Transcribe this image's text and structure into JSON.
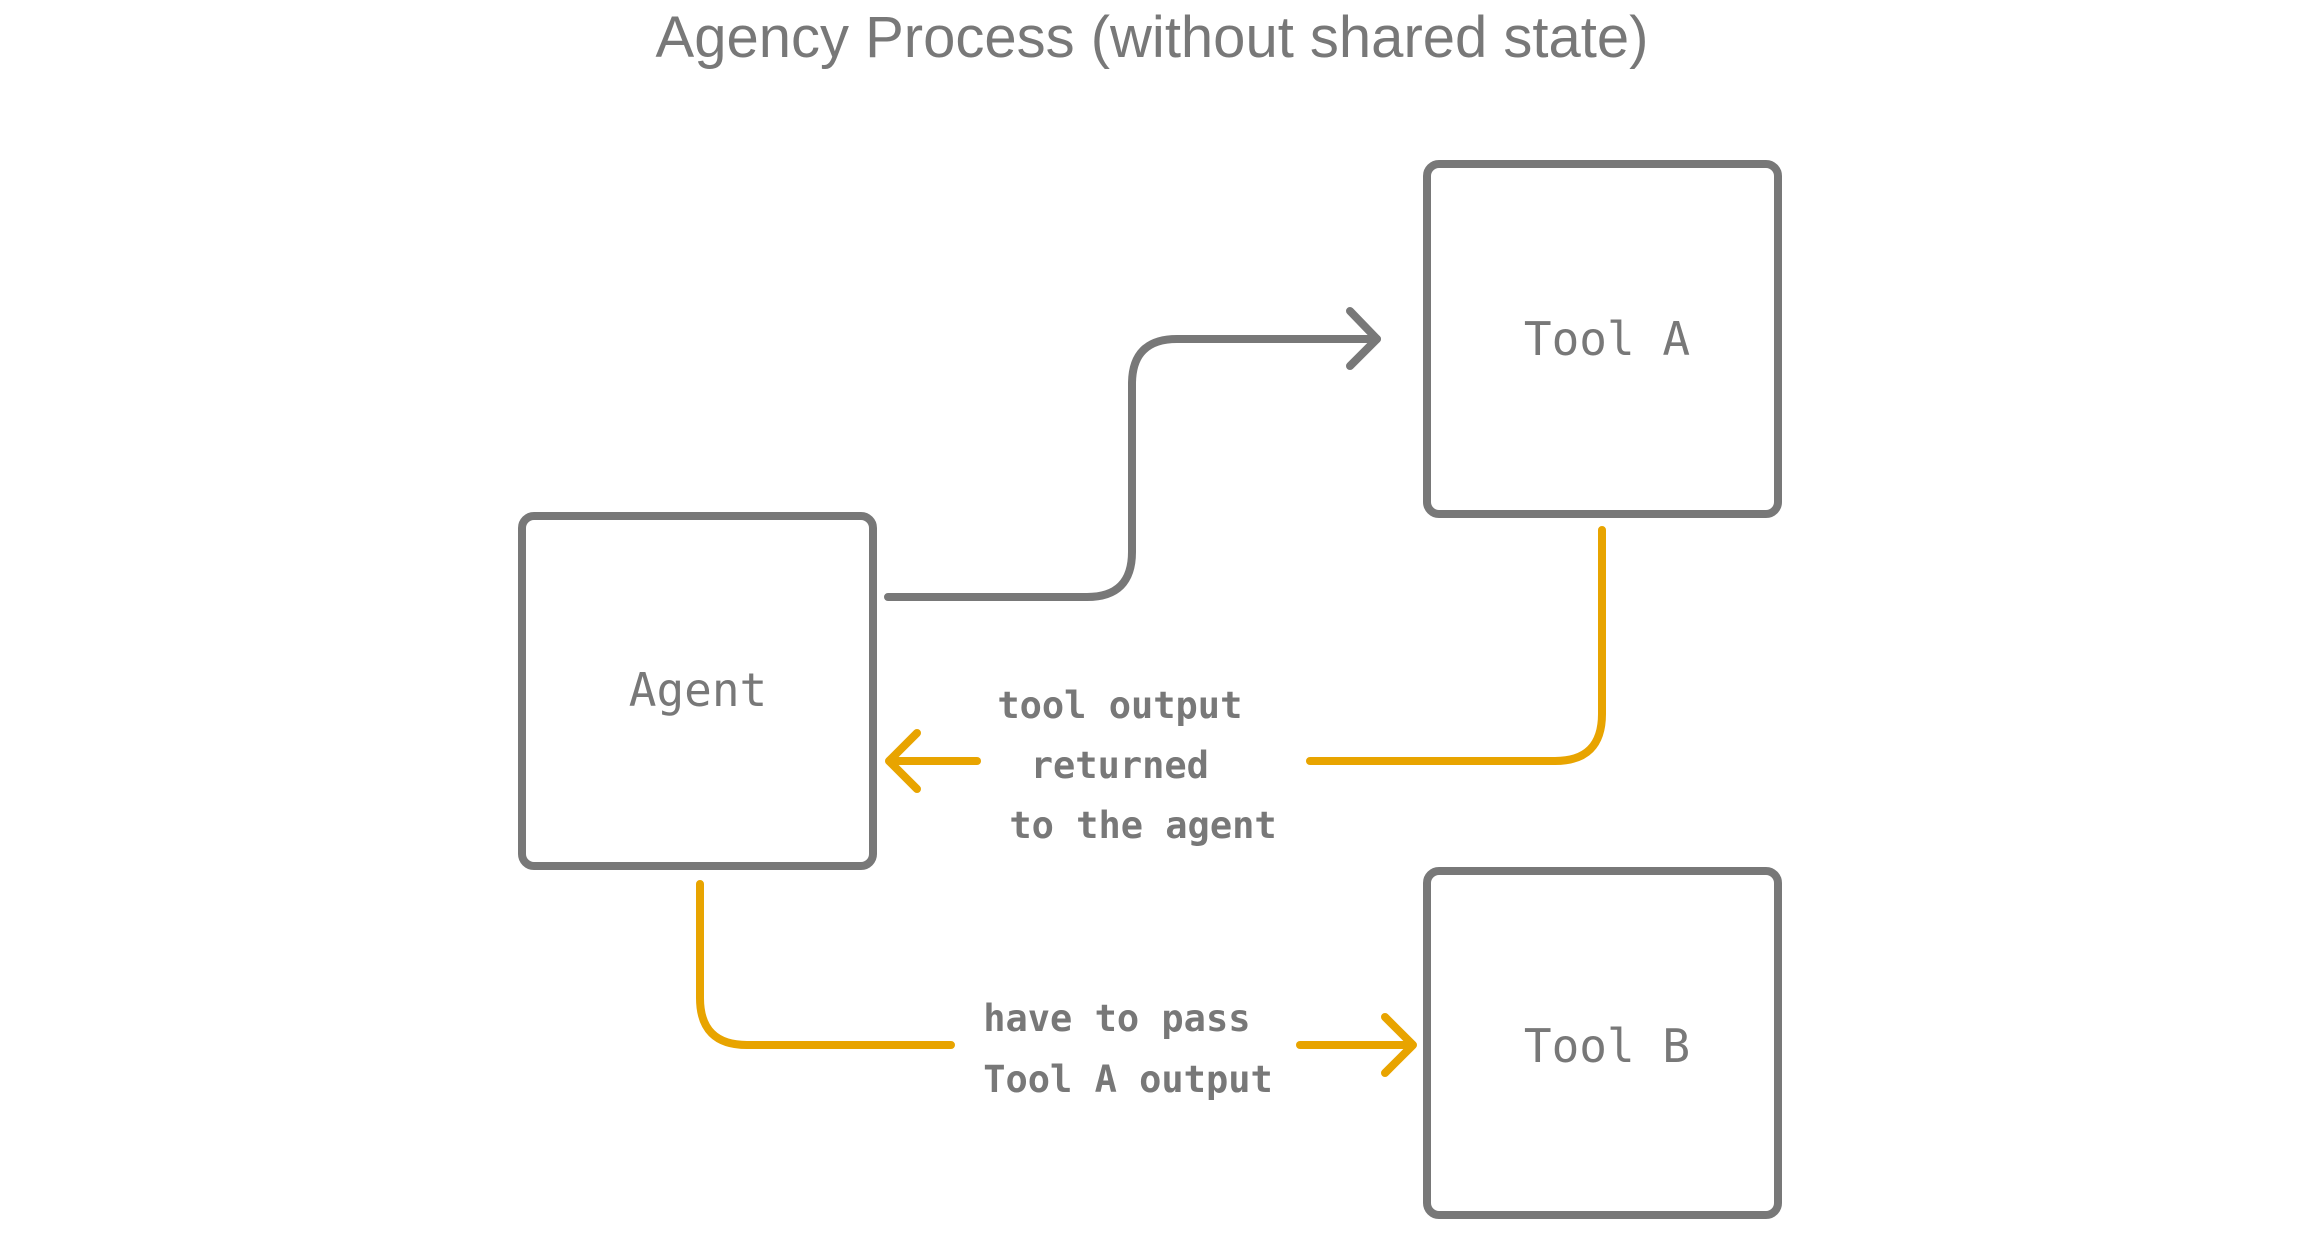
{
  "title": "Agency Process (without shared state)",
  "colors": {
    "neutral": "#787878",
    "accent": "#E8A400",
    "background": "#FFFFFF"
  },
  "nodes": [
    {
      "id": "agent",
      "label": "Agent"
    },
    {
      "id": "tool_a",
      "label": "Tool A"
    },
    {
      "id": "tool_b",
      "label": "Tool B"
    }
  ],
  "edges": [
    {
      "id": "agent_to_tool_a",
      "from": "agent",
      "to": "tool_a",
      "color": "neutral",
      "label_lines": []
    },
    {
      "id": "tool_a_to_agent",
      "from": "tool_a",
      "to": "agent",
      "color": "accent",
      "label_lines": [
        "tool output",
        "returned",
        "to the agent"
      ]
    },
    {
      "id": "agent_to_tool_b",
      "from": "agent",
      "to": "tool_b",
      "color": "accent",
      "label_lines": [
        "have to pass",
        "Tool A output"
      ]
    }
  ]
}
